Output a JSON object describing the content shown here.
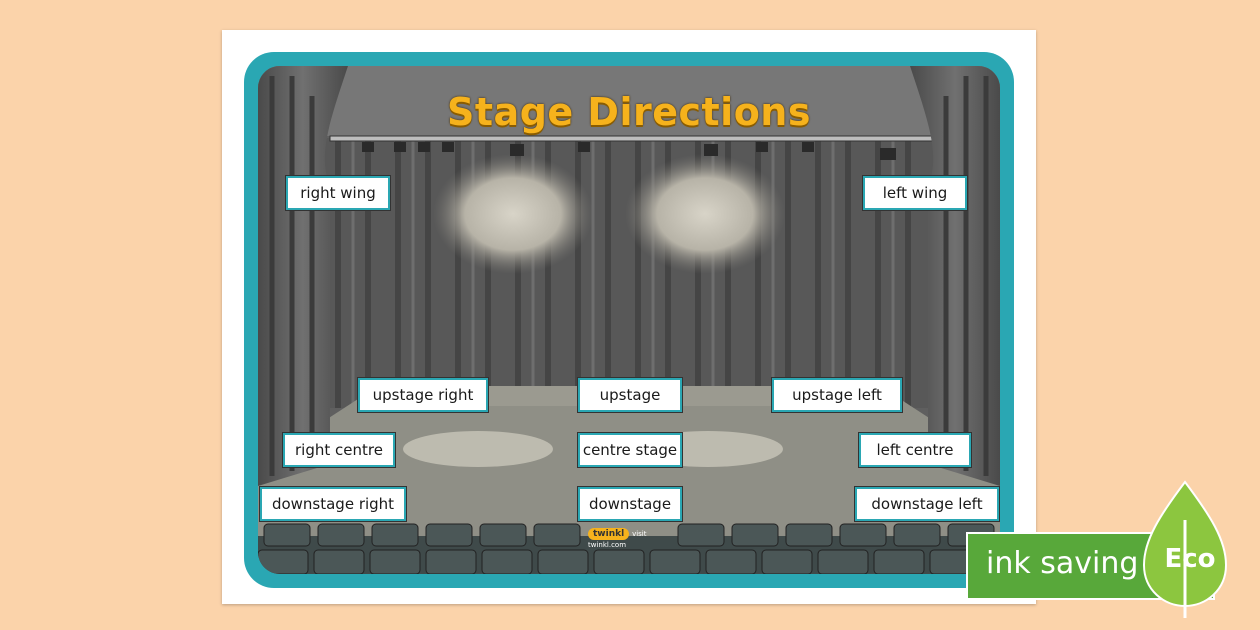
{
  "poster": {
    "title": "Stage Directions",
    "labels": {
      "right_wing": "right wing",
      "left_wing": "left wing",
      "upstage_right": "upstage right",
      "upstage": "upstage",
      "upstage_left": "upstage left",
      "right_centre": "right centre",
      "centre_stage": "centre stage",
      "left_centre": "left centre",
      "downstage_right": "downstage right",
      "downstage": "downstage",
      "downstage_left": "downstage left"
    },
    "brand": {
      "logo_text": "twinkl",
      "site_text": "visit twinkl.com"
    }
  },
  "badge": {
    "ink_text": "ink saving",
    "eco_text": "Eco"
  },
  "colors": {
    "background": "#fbd3aa",
    "frame": "#2aa7b3",
    "title": "#f6b21c",
    "eco_green": "#58a83a"
  }
}
